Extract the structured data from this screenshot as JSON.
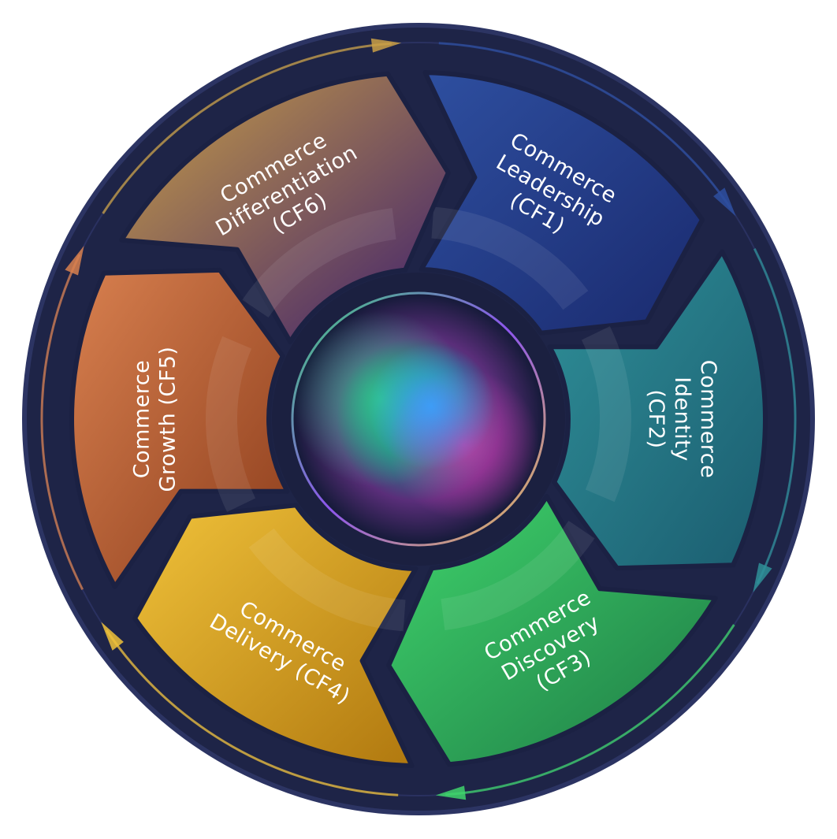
{
  "segments": [
    {
      "id": "cf1",
      "lines": [
        "Commerce",
        "Leadership",
        "(CF1)"
      ],
      "color_light": "#2e4fa0",
      "color_dark": "#1a2a6e"
    },
    {
      "id": "cf2",
      "lines": [
        "Commerce",
        "Identity",
        "(CF2)"
      ],
      "color_light": "#2f8f98",
      "color_dark": "#1b5d70"
    },
    {
      "id": "cf3",
      "lines": [
        "Commerce",
        "Discovery",
        "(CF3)"
      ],
      "color_light": "#3fd46c",
      "color_dark": "#1e7a45"
    },
    {
      "id": "cf4",
      "lines": [
        "Commerce",
        "Delivery (CF4)"
      ],
      "color_light": "#f0c23a",
      "color_dark": "#b0780f"
    },
    {
      "id": "cf5",
      "lines": [
        "Commerce",
        "Growth (CF5)"
      ],
      "color_light": "#d8804f",
      "color_dark": "#8c3d1c"
    },
    {
      "id": "cf6",
      "lines": [
        "Commerce",
        "Differentiation",
        "(CF6)"
      ],
      "color_light": "#caa046",
      "color_dark": "#3c1d6e"
    }
  ],
  "colors": {
    "outer_ring": "#1e2447",
    "outer_ring_edge": "#2c3463",
    "core_ring": "#1b2040"
  }
}
